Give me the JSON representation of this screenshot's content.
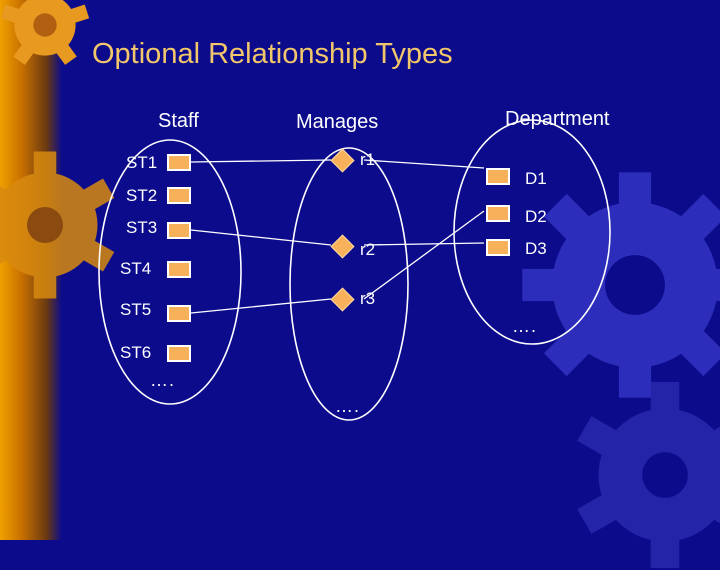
{
  "slide": {
    "title": "Optional Relationship Types",
    "staff_header": "Staff",
    "manages_header": "Manages",
    "department_header": "Department",
    "staff_items": [
      "ST1",
      "ST2",
      "ST3",
      "ST4",
      "ST5",
      "ST6"
    ],
    "staff_more": "….",
    "relationship_items": [
      "r1",
      "r2",
      "r3"
    ],
    "relationship_more": "….",
    "department_items": [
      "D1",
      "D2",
      "D3"
    ],
    "department_more": "…."
  },
  "links": [
    {
      "from": "ST1",
      "via": "r1",
      "to": "D1"
    },
    {
      "from": "ST3",
      "via": "r2",
      "to": "D3"
    },
    {
      "from": "ST5",
      "via": "r3",
      "to": "D2"
    }
  ],
  "colors": {
    "background": "#0b0b8c",
    "title": "#f2c66a",
    "node": "#f7b15a",
    "line": "#ffffff",
    "gear": "#2d2dbb"
  }
}
